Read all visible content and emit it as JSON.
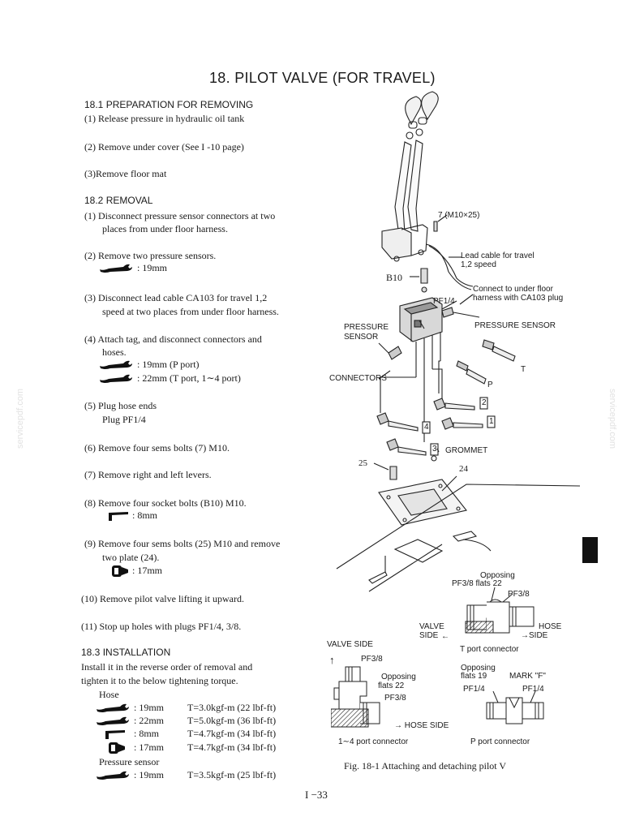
{
  "page": {
    "title": "18.   PILOT VALVE (FOR TRAVEL)",
    "watermark": "servicepdf.com",
    "page_number": "I −33"
  },
  "s1": {
    "heading": "18.1  PREPARATION FOR REMOVING",
    "step1": "(1)  Release pressure in hydraulic oil tank",
    "step2": "(2)  Remove under cover (See   I -10 page)",
    "step3": "(3)Remove floor mat"
  },
  "s2": {
    "heading": "18.2  REMOVAL",
    "step1_a": "(1)  Disconnect pressure sensor connectors at two",
    "step1_b": "places from under floor harness.",
    "step2": "(2)  Remove two pressure sensors.",
    "step2_tool": ": 19mm",
    "step3_a": "(3)  Disconnect lead cable CA103 for travel 1,2",
    "step3_b": "speed at two places from under floor harness.",
    "step4_a": "(4)  Attach tag, and disconnect connectors and",
    "step4_b": "hoses.",
    "step4_tool1": ": 19mm (P port)",
    "step4_tool2": ": 22mm (T port, 1∼4 port)",
    "step5_a": "(5)  Plug hose ends",
    "step5_b": "Plug PF1/4",
    "step6": "(6)  Remove four sems bolts (7) M10.",
    "step7": "(7)  Remove right and left levers.",
    "step8": "(8)  Remove four socket bolts (B10) M10.",
    "step8_tool": ": 8mm",
    "step9_a": "(9)  Remove four sems bolts (25) M10 and remove",
    "step9_b": "two plate (24).",
    "step9_tool": ": 17mm",
    "step10": "(10) Remove pilot valve lifting it upward.",
    "step11": "(11) Stop up holes with plugs PF1/4, 3/8."
  },
  "s3": {
    "heading": "18.3  INSTALLATION",
    "line1": "Install it in the reverse order of removal and",
    "line2": "tighten it to the below tightening torque.",
    "hose": "Hose",
    "torque": [
      {
        "size": ": 19mm",
        "value": "T=3.0kgf-m (22 lbf-ft)"
      },
      {
        "size": ": 22mm",
        "value": "T=5.0kgf-m (36 lbf-ft)"
      },
      {
        "size": ": 8mm",
        "value": "T=4.7kgf-m (34 lbf-ft)"
      },
      {
        "size": ": 17mm",
        "value": "T=4.7kgf-m (34 lbf-ft)"
      }
    ],
    "sensor_label": "Pressure sensor",
    "sensor_torque": {
      "size": ": 19mm",
      "value": "T=3.5kgf-m (25 lbf-ft)"
    }
  },
  "figure": {
    "label_7": "7 (M10×25)",
    "lead_cable_1": "Lead cable for travel",
    "lead_cable_2": "1,2 speed",
    "b10": "B10",
    "connect_1": "Connect to under floor",
    "connect_2": "harness with CA103 plug",
    "pf14": "PF1/4",
    "pressure_sensor_right": "PRESSURE SENSOR",
    "pressure_1": "PRESSURE",
    "pressure_2": "SENSOR",
    "connectors": "CONNECTORS",
    "t": "T",
    "p": "P",
    "n1": "1",
    "n2": "2",
    "n3": "3",
    "n4": "4",
    "grommet": "GROMMET",
    "n24": "24",
    "n25": "25",
    "caption": "Fig. 18-1   Attaching and detaching pilot V"
  },
  "tport": {
    "opposing_1": "Opposing",
    "opposing_2": "PF3/8  flats 22",
    "pf38": "PF3/8",
    "valve_1": "VALVE",
    "valve_2": "SIDE",
    "hose_1": "HOSE",
    "hose_2": "SIDE",
    "caption": "T port connector"
  },
  "port14": {
    "valve_side": "VALVE SIDE",
    "pf38_top": "PF3/8",
    "opposing_1": "Opposing",
    "opposing_2": "flats 22",
    "pf38_bottom": "PF3/8",
    "hose_side": "HOSE SIDE",
    "caption": "1∼4 port connector"
  },
  "pport": {
    "opposing_1": "Opposing",
    "opposing_2": "flats 19",
    "mark": "MARK \"F\"",
    "pf14_left": "PF1/4",
    "pf14_right": "PF1/4",
    "caption": "P port connector"
  }
}
